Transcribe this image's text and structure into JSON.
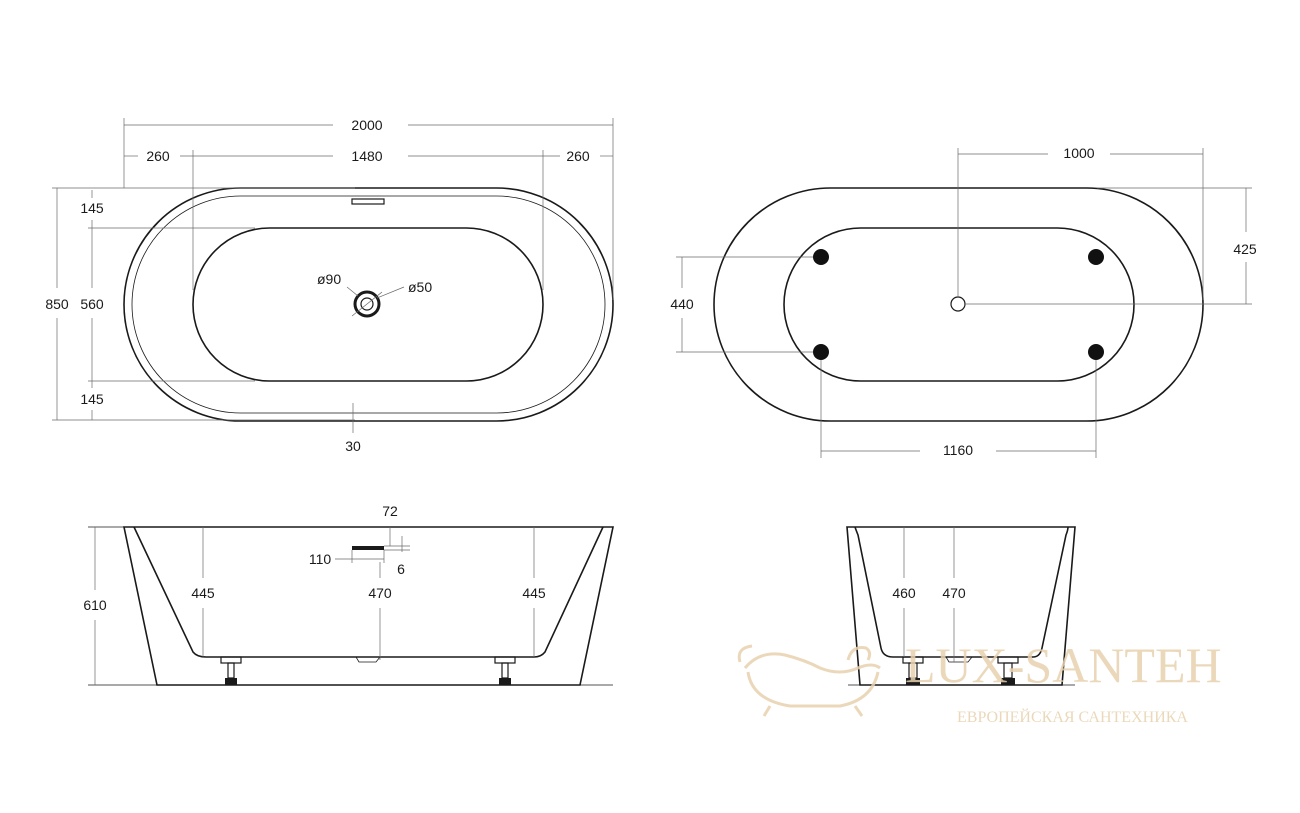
{
  "top_view": {
    "overall_length": "2000",
    "rim_left": "260",
    "inner_length": "1480",
    "rim_right": "260",
    "overall_width": "850",
    "inner_width": "560",
    "rim_top": "145",
    "rim_bottom": "145",
    "lip": "30",
    "drain_outer": "ø90",
    "drain_inner": "ø50"
  },
  "bottom_view": {
    "drain_offset_x": "1000",
    "drain_offset_y": "425",
    "feet_spacing_y": "440",
    "feet_spacing_x": "1160"
  },
  "side_view": {
    "height": "610",
    "depth_left": "445",
    "depth_center": "470",
    "depth_right": "445",
    "overflow_top": "72",
    "overflow_width": "110",
    "overflow_thickness": "6"
  },
  "end_view": {
    "depth_a": "460",
    "depth_b": "470"
  },
  "watermark": {
    "brand": "LUX-SANTEH",
    "tagline": "ЕВРОПЕЙСКАЯ САНТЕХНИКА",
    "color": "#e8d2ae"
  }
}
